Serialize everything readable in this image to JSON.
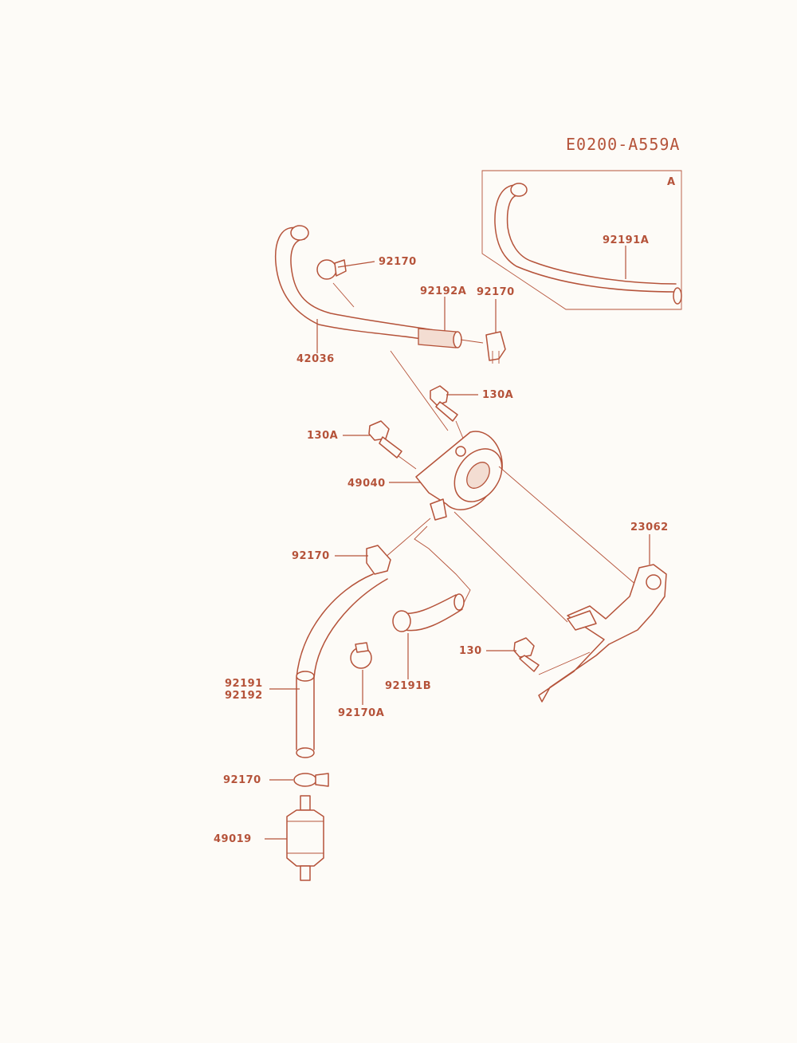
{
  "diagram_code": "E0200-A559A",
  "inset": {
    "marker": "A",
    "part_label": "92191A"
  },
  "labels": {
    "p92170_top": "92170",
    "p92192A": "92192A",
    "p92170_mid": "92170",
    "p42036": "42036",
    "p130A_right": "130A",
    "p130A_left": "130A",
    "p49040": "49040",
    "p23062": "23062",
    "p92170_lower": "92170",
    "p130": "130",
    "p92191B": "92191B",
    "p92191": "92191",
    "p92192": "92192",
    "p92170A": "92170A",
    "p92170_bottom": "92170",
    "p49019": "49019"
  },
  "colors": {
    "ink": "#b5533a",
    "paper": "#fdfbf7"
  }
}
